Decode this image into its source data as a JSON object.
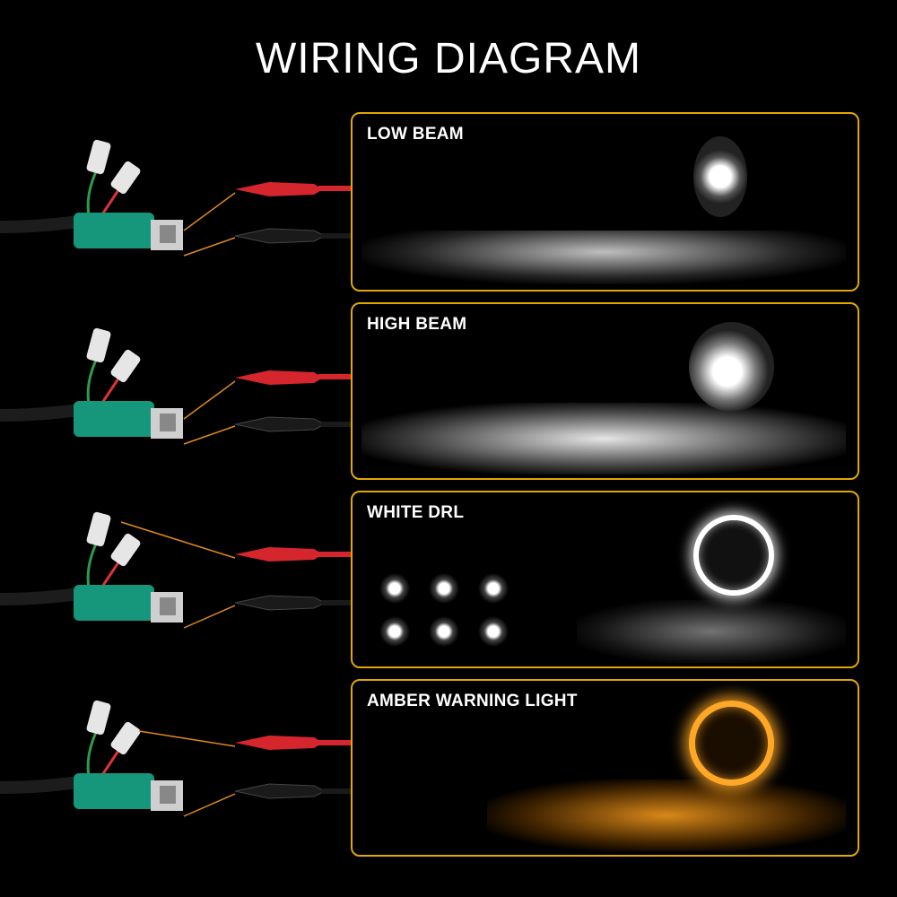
{
  "title": "WIRING DIAGRAM",
  "rows": [
    {
      "label": "LOW BEAM",
      "mode": "low",
      "glow": "#ffffff"
    },
    {
      "label": "HIGH BEAM",
      "mode": "high",
      "glow": "#ffffff"
    },
    {
      "label": "WHITE DRL",
      "mode": "drl",
      "glow": "#ffffff"
    },
    {
      "label": "AMBER WARNING LIGHT",
      "mode": "amber",
      "glow": "#ffa726"
    }
  ],
  "colors": {
    "panel_border": "#e0a800",
    "clip_red": "#d6262d",
    "clip_black": "#1a1a1a",
    "plug_green": "#16967a",
    "connector_line": "#e08a1e"
  }
}
